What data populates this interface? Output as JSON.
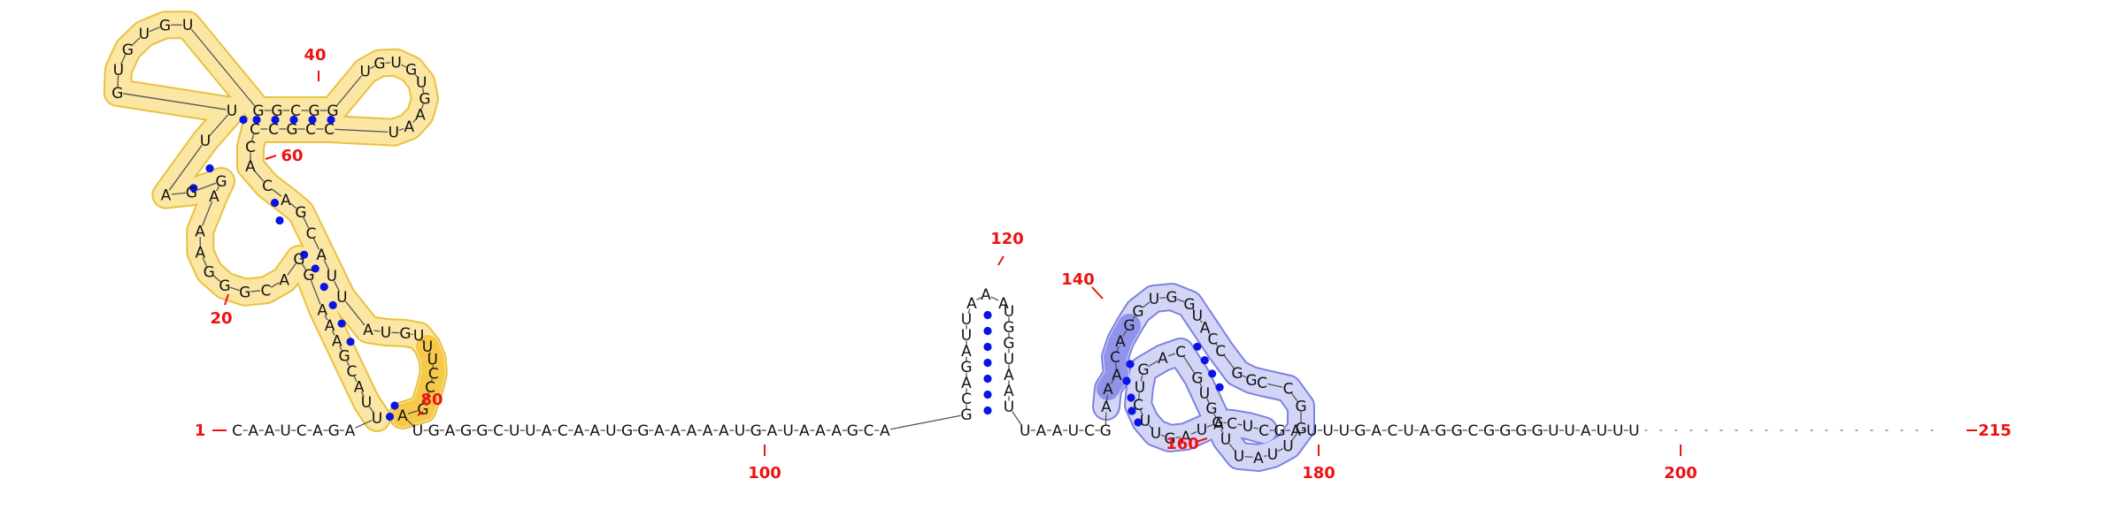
{
  "diagram": {
    "type": "RNA secondary structure",
    "length_label": "215",
    "sequence_visible": "CAAUCAGAUUACGAAAGGACGGGAAAGGAUUGUGUGUGGCGGUGUGUGAAUCCGCCCACAGCAUUAUGUUUCCGAUGAGGCUUACAAUGGAAAAAUGAUAAAGCAGCAGAUUAAAUGGUAAUUAAUCGAAACAGGUGGUACCGGCCGGUUAUUAGUGCAGUCUUGAUGCUCGAUUUGACUAGGCGGGGUUAUUU",
    "position_markers": [
      "1",
      "20",
      "40",
      "60",
      "80",
      "100",
      "120",
      "140",
      "160",
      "180",
      "200",
      "215"
    ],
    "highlight_colors": {
      "domain_a_halo": "#fbe6a3",
      "domain_a_outline": "#e9c23e",
      "domain_a_strong": "#f6c94a",
      "domain_b_halo": "#d3d5f7",
      "domain_b_outline": "#7d82e0",
      "domain_b_strong": "#8f94ea",
      "base_pair_dot": "#0a14e6",
      "position_label": "#ee1111"
    }
  }
}
